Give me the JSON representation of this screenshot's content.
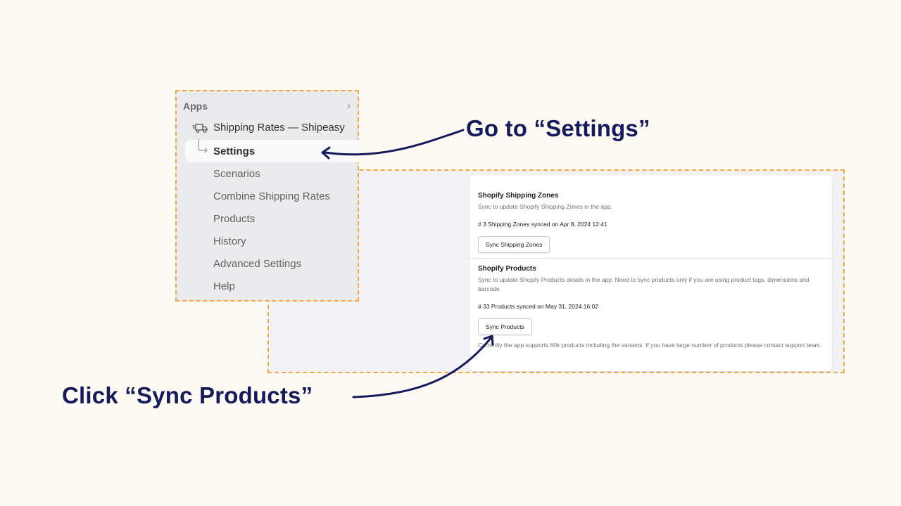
{
  "sidebar": {
    "heading": "Apps",
    "app_name": "Shipping Rates — Shipeasy",
    "selected_item": "Settings",
    "items": [
      {
        "label": "Scenarios"
      },
      {
        "label": "Combine Shipping Rates"
      },
      {
        "label": "Products"
      },
      {
        "label": "History"
      },
      {
        "label": "Advanced Settings"
      },
      {
        "label": "Help"
      }
    ],
    "icons": {
      "expand": "chevron-right-icon",
      "app": "truck-icon",
      "child": "branch-arrow-icon"
    }
  },
  "settings": {
    "zones": {
      "title": "Shopify Shipping Zones",
      "description": "Sync to update Shopify Shipping Zones in the app.",
      "status": "# 3 Shipping Zones synced on Apr 8, 2024 12:41",
      "button_label": "Sync Shipping Zones"
    },
    "products": {
      "title": "Shopify Products",
      "description": "Sync to update Shopify Products details in the app. Need to sync products only if you are using product tags, dimensions and barcode.",
      "status": "# 33 Products synced on May 31, 2024 16:02",
      "button_label": "Sync Products",
      "note": "Currently the app supports 60k products including the variants. If you have large number of products please contact support team."
    }
  },
  "callouts": {
    "settings": "Go to “Settings”",
    "sync_products": "Click “Sync Products”"
  },
  "colors": {
    "highlight_border": "#f2a83a",
    "callout_text": "#141a5c",
    "background": "#fdfaf3"
  }
}
